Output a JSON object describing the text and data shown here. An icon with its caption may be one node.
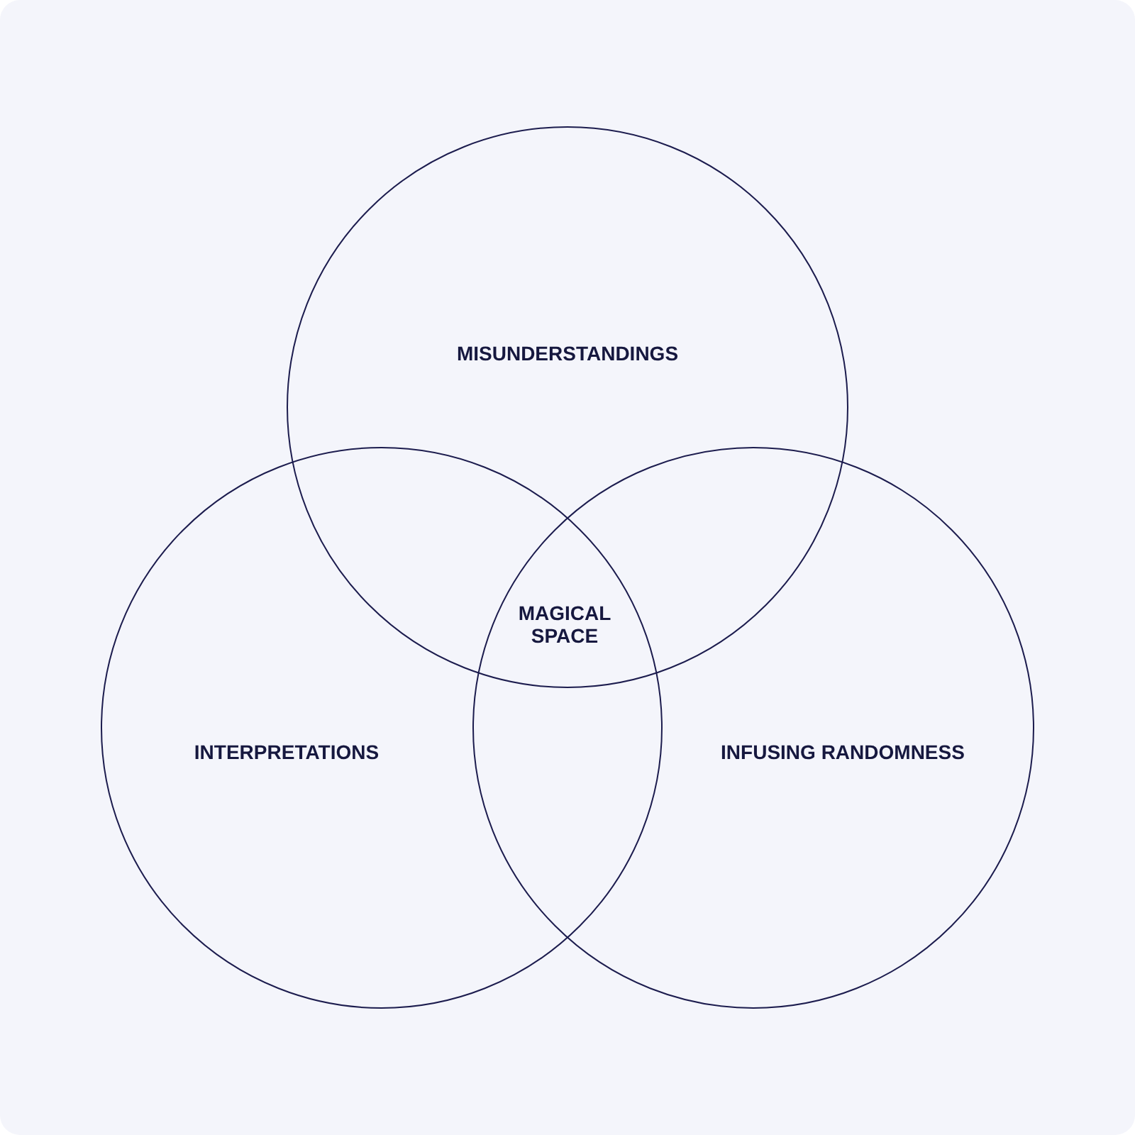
{
  "diagram": {
    "nodes": [
      {
        "text": [
          "MISUNDERSTANDINGS"
        ]
      },
      {
        "text": [
          "INTERPRETATIONS"
        ]
      },
      {
        "text": [
          "INFUSING RANDOMNESS"
        ]
      }
    ],
    "edges": [],
    "labels": [
      "MAGICAL SPACE"
    ]
  }
}
